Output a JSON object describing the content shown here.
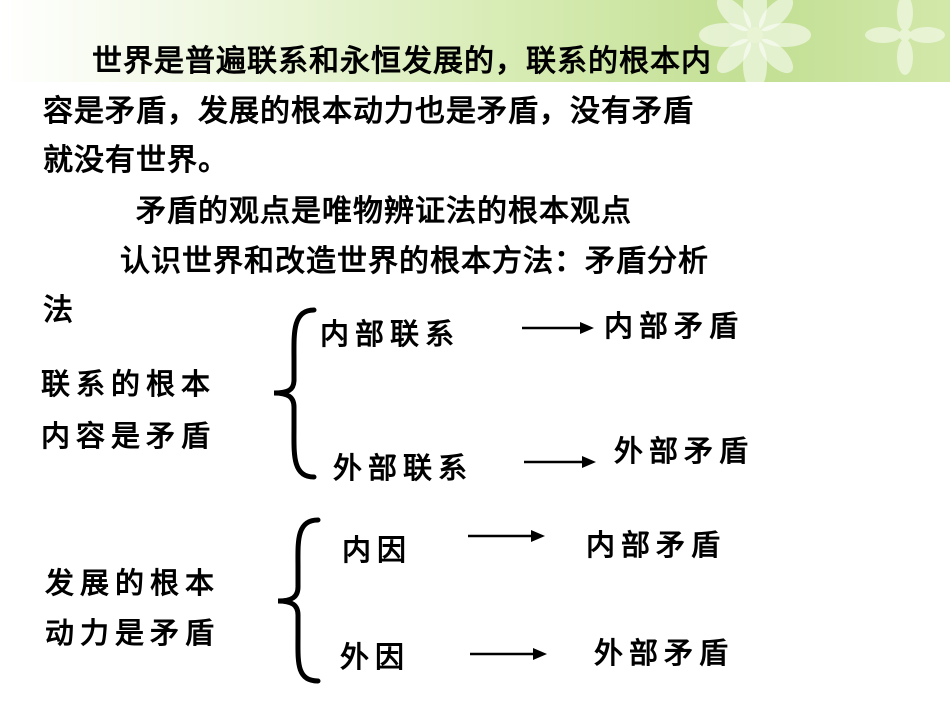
{
  "paragraph": {
    "line1": "世界是普遍联系和永恒发展的，联系的根本内",
    "line2": "容是矛盾，发展的根本动力也是矛盾，没有矛盾",
    "line3": "就没有世界。",
    "line4": "矛盾的观点是唯物辨证法的根本观点",
    "line5": "认识世界和改造世界的根本方法：矛盾分析",
    "line6": "法"
  },
  "diagram1": {
    "label_line1": "联系的根本",
    "label_line2": "内容是矛盾",
    "top_source": "内部联系",
    "top_target": "内部矛盾",
    "bottom_source": "外部联系",
    "bottom_target": "外部矛盾"
  },
  "diagram2": {
    "label_line1": "发展的根本",
    "label_line2": "动力是矛盾",
    "top_source": "内因",
    "top_target": "内部矛盾",
    "bottom_source": "外因",
    "bottom_target": "外部矛盾"
  },
  "colors": {
    "banner_green": "#c2df93",
    "text": "#000000"
  }
}
